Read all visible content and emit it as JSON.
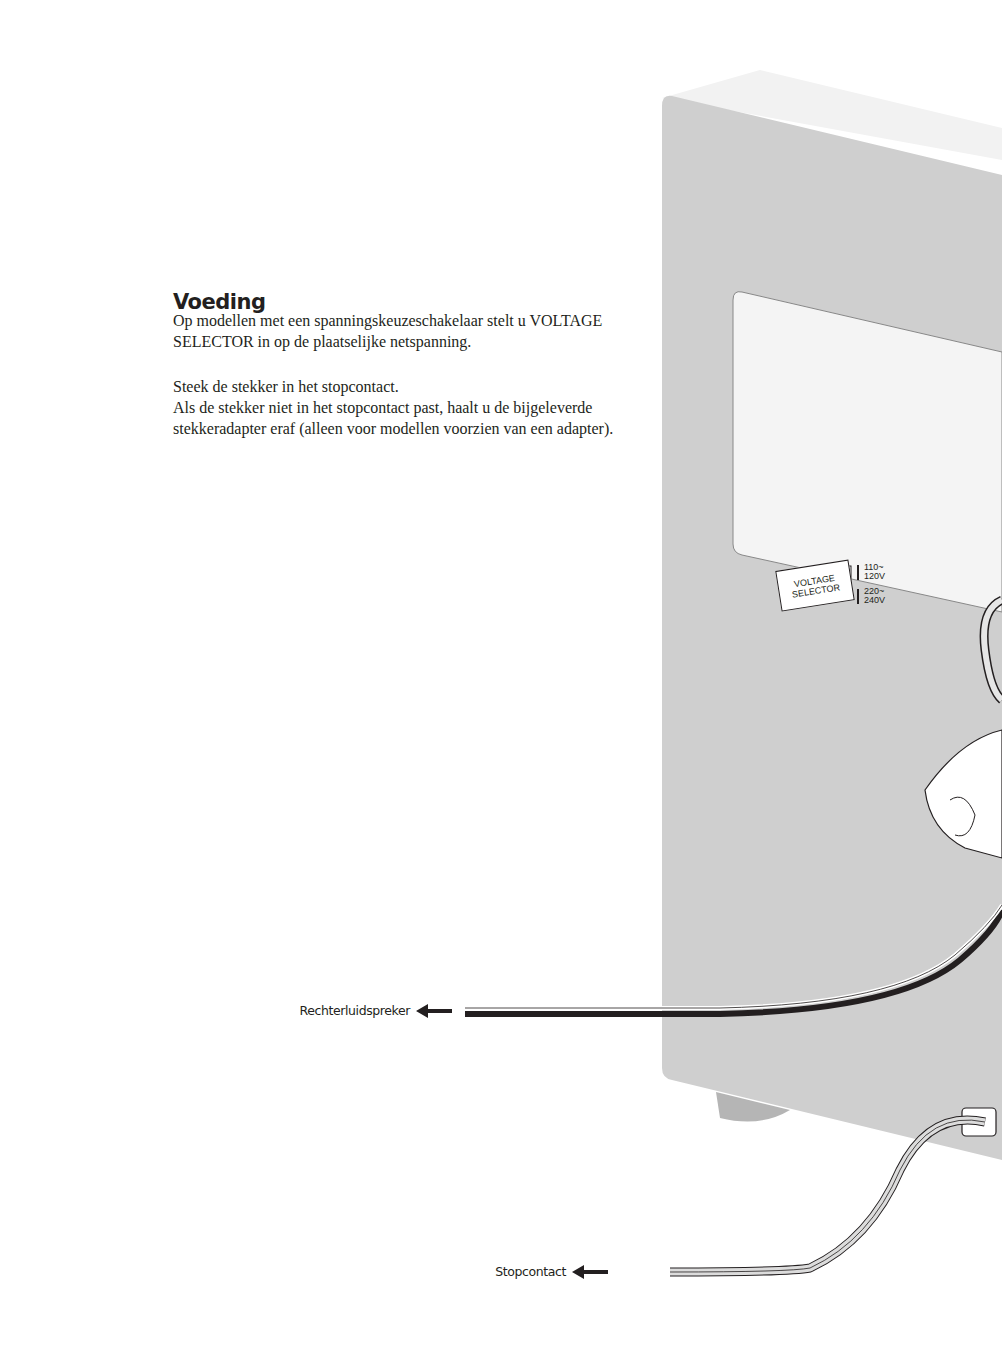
{
  "diagram": {
    "title": "Voeding",
    "nodes": [
      {
        "text": [
          "VOLTAGE SELECTOR"
        ]
      }
    ],
    "labels": [
      "Op modellen met een spanningskeuzeschakelaar stelt u VOLTAGE SELECTOR in op de plaatselijke netspanning.",
      "Steek de stekker in het stopcontact.",
      "Als de stekker niet in het stopcontact past, haalt u de bijgeleverde stekkeradapter eraf (alleen voor modellen voorzien van een adapter).",
      "110~ 120V",
      "220~ 240V",
      "Rechterluidspreker",
      "Stopcontact"
    ]
  }
}
